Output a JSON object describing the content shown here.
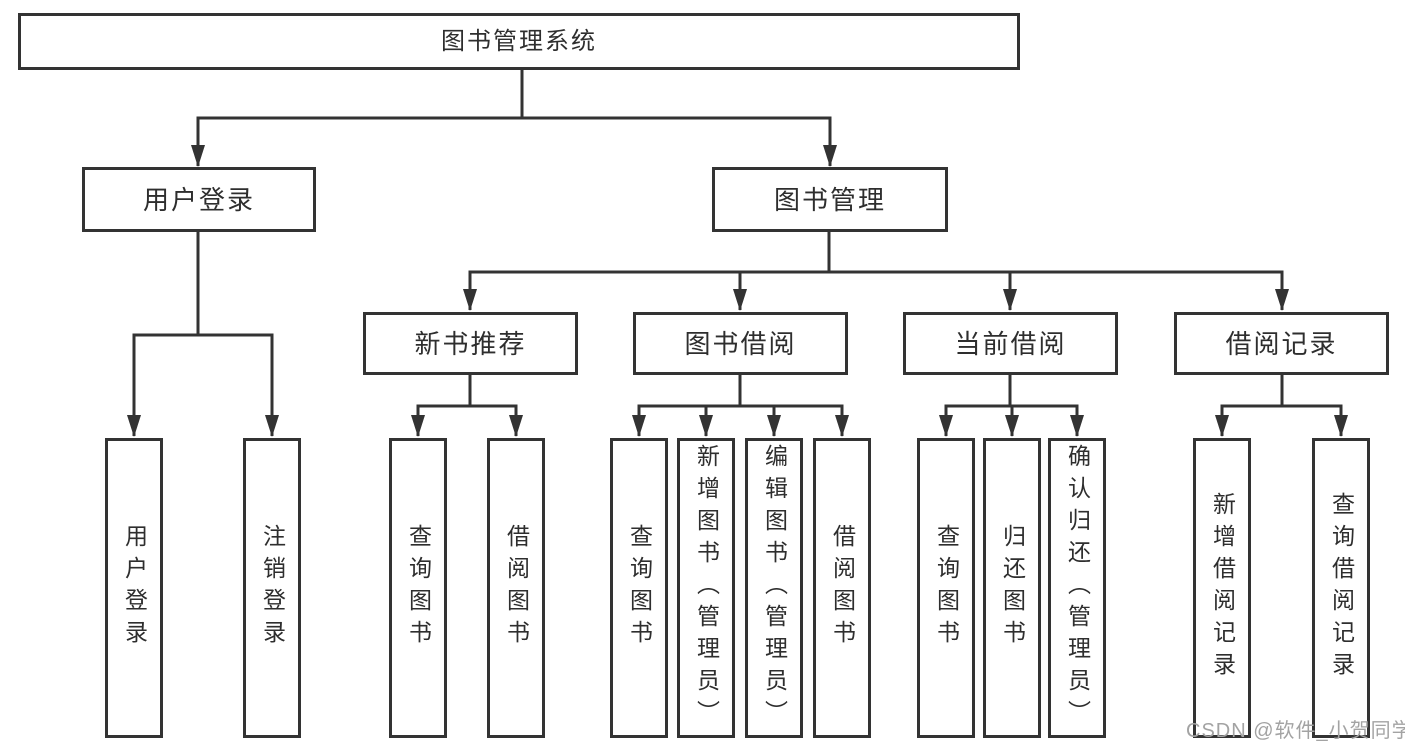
{
  "diagram": {
    "type": "hierarchy",
    "root": {
      "label": "图书管理系统",
      "children": [
        {
          "label": "用户登录",
          "children": [
            {
              "label": "用户登录"
            },
            {
              "label": "注销登录"
            }
          ]
        },
        {
          "label": "图书管理",
          "children": [
            {
              "label": "新书推荐",
              "children": [
                {
                  "label": "查询图书"
                },
                {
                  "label": "借阅图书"
                }
              ]
            },
            {
              "label": "图书借阅",
              "children": [
                {
                  "label": "查询图书"
                },
                {
                  "label": "新增图书（管理员）"
                },
                {
                  "label": "编辑图书（管理员）"
                },
                {
                  "label": "借阅图书"
                }
              ]
            },
            {
              "label": "当前借阅",
              "children": [
                {
                  "label": "查询图书"
                },
                {
                  "label": "归还图书"
                },
                {
                  "label": "确认归还（管理员）"
                }
              ]
            },
            {
              "label": "借阅记录",
              "children": [
                {
                  "label": "新增借阅记录"
                },
                {
                  "label": "查询借阅记录"
                }
              ]
            }
          ]
        }
      ]
    },
    "colors": {
      "line": "#333333",
      "node_border": "#333333",
      "node_text": "#2e2e2e",
      "watermark": "#a3a3a3",
      "background": "#ffffff"
    }
  },
  "watermark": {
    "text": "CSDN @软件_小贺同学"
  }
}
